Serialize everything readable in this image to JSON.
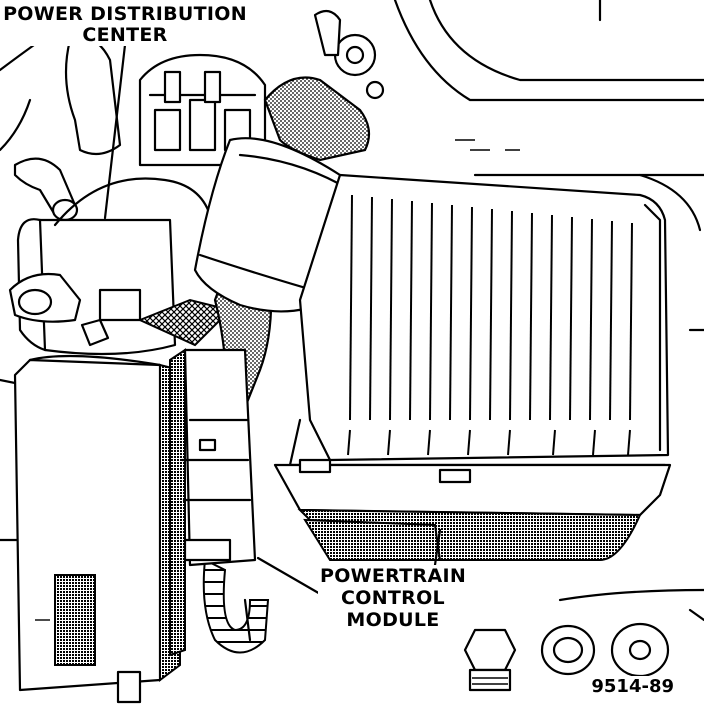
{
  "labels": {
    "power_distribution_center": [
      "POWER DISTRIBUTION",
      "CENTER"
    ],
    "powertrain_control_module": [
      "POWERTRAIN",
      "CONTROL",
      "MODULE"
    ]
  },
  "figure_id": "9514-89"
}
